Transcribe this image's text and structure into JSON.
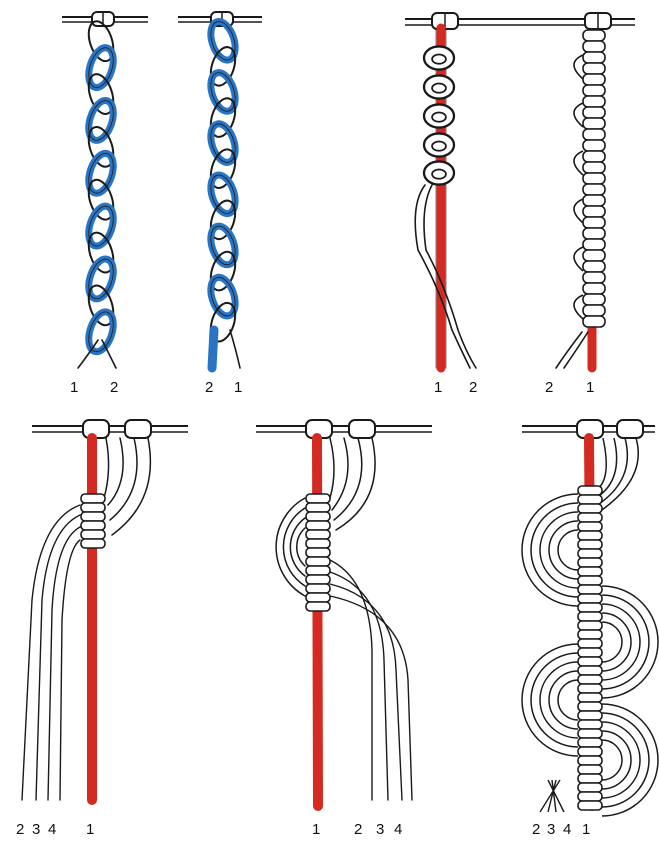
{
  "colors": {
    "blue": "#2a74c4",
    "red": "#d42a22",
    "outline": "#1a1a1a",
    "white": "#ffffff"
  },
  "panels": [
    {
      "labels": [
        "1",
        "2"
      ]
    },
    {
      "labels": [
        "2",
        "1"
      ]
    },
    {
      "labels": [
        "1",
        "2"
      ]
    },
    {
      "labels": [
        "2",
        "1"
      ]
    },
    {
      "labels": [
        "2",
        "3",
        "4",
        "1"
      ]
    },
    {
      "labels": [
        "1",
        "2",
        "3",
        "4"
      ]
    },
    {
      "labels": [
        "2",
        "3",
        "4",
        "1"
      ]
    }
  ]
}
